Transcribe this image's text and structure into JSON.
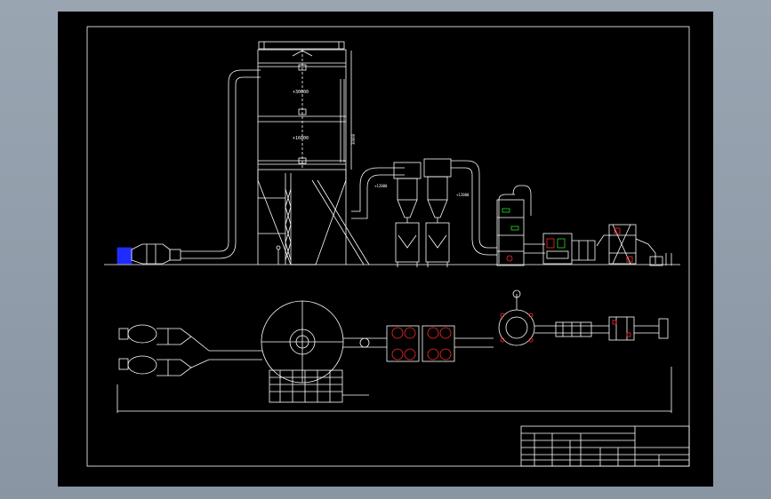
{
  "drawing": {
    "colors": {
      "background": "#000000",
      "line": "#ffffff",
      "accent_red": "#ff2a2a",
      "accent_green": "#22dd22",
      "accent_blue": "#1f2cff",
      "desktop": "#8f9aa8"
    },
    "elevation_labels": {
      "level_top": "+30000",
      "level_mid": "+16000",
      "height_dim": "30000",
      "cyclone_level": "+12000",
      "scrubber_level": "+12000"
    }
  }
}
